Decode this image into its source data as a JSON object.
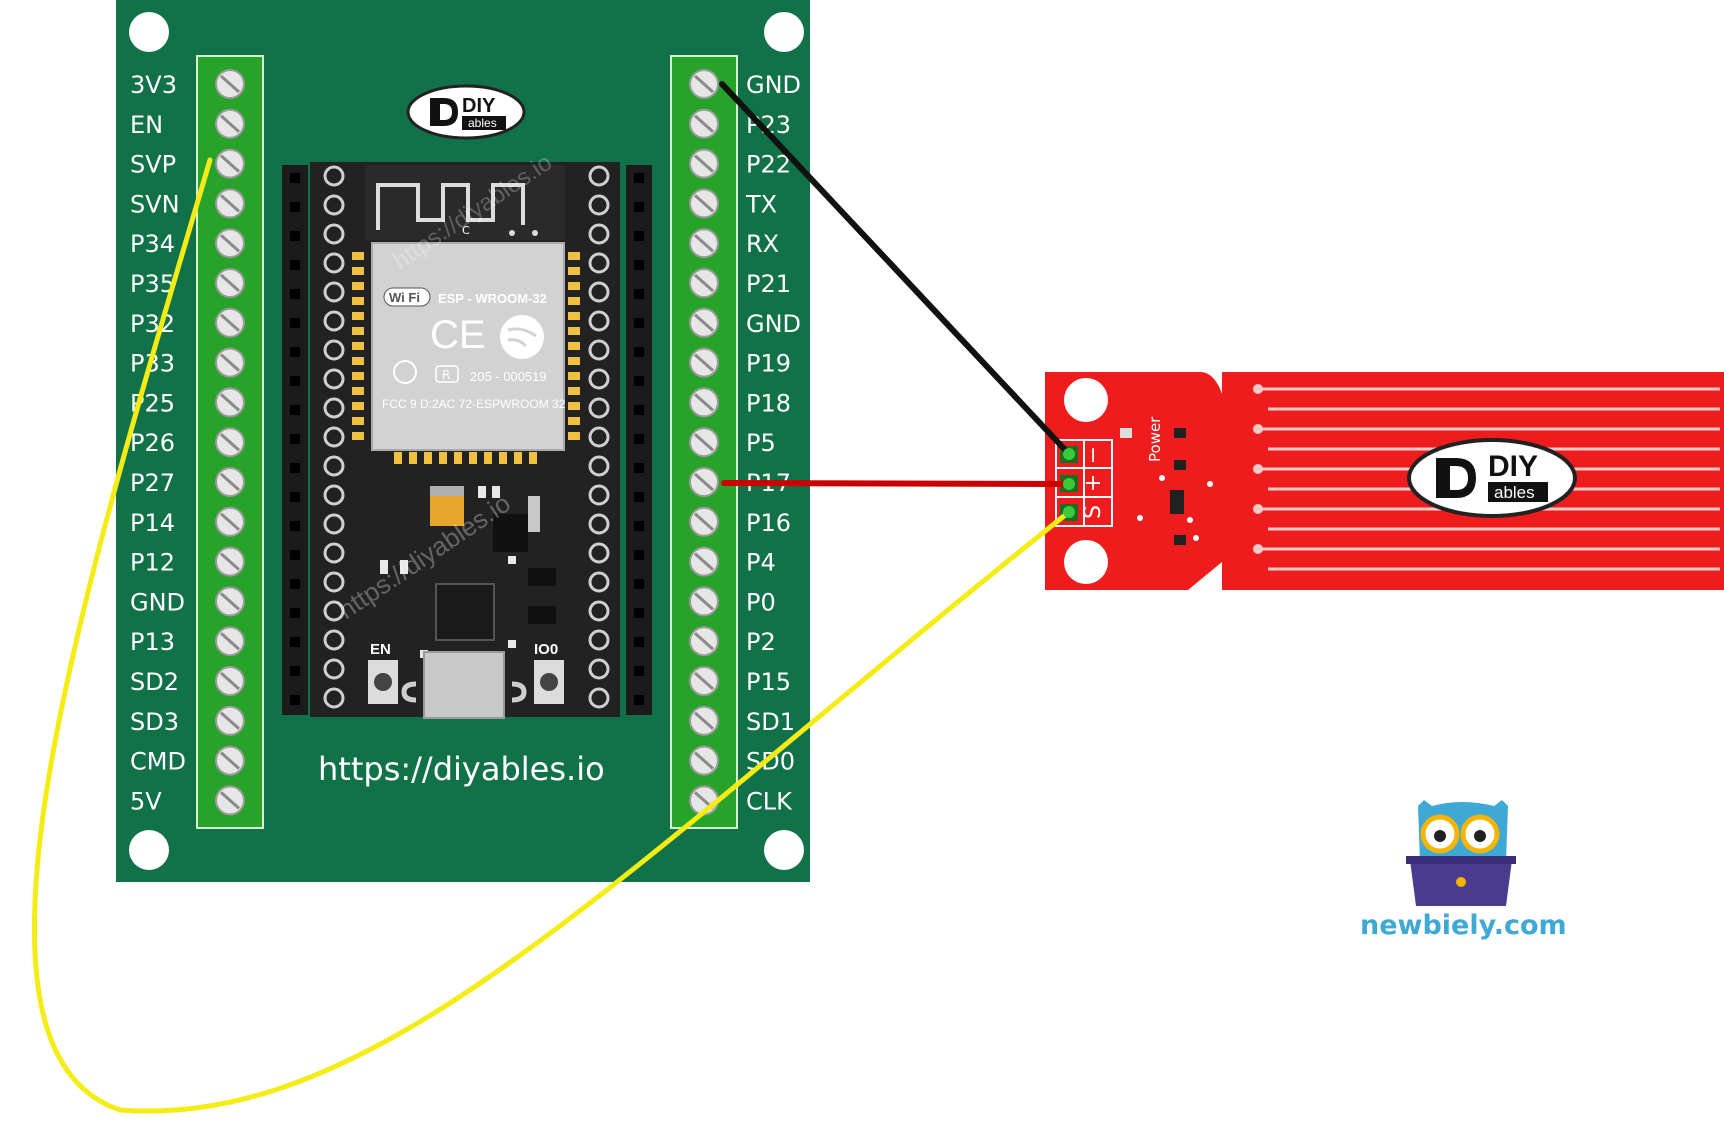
{
  "board": {
    "left_pins": [
      "3V3",
      "EN",
      "SVP",
      "SVN",
      "P34",
      "P35",
      "P32",
      "P33",
      "P25",
      "P26",
      "P27",
      "P14",
      "P12",
      "GND",
      "P13",
      "SD2",
      "SD3",
      "CMD",
      "5V"
    ],
    "right_pins": [
      "GND",
      "P23",
      "P22",
      "TX",
      "RX",
      "P21",
      "GND",
      "P19",
      "P18",
      "P5",
      "P17",
      "P16",
      "P4",
      "P0",
      "P2",
      "P15",
      "SD1",
      "SD0",
      "CLK"
    ],
    "url": "https://diyables.io",
    "watermark": "https://diyables.io",
    "button_en": "EN",
    "button_io0": "IO0",
    "module": {
      "marker": "C",
      "wifi": "Wi Fi",
      "model": "ESP - WROOM-32",
      "ce": "CE",
      "r_mark": "R",
      "cert": "205 - 000519",
      "fcc": "FCC 9 D:2AC 72-ESPWROOM 32"
    },
    "colors": {
      "pcb": "#117149",
      "terminal": "#27a329",
      "screw": "#e6e6e6"
    }
  },
  "logo": {
    "diy": "DIY",
    "ables": "ables"
  },
  "sensor": {
    "pins": [
      "−",
      "+",
      "S"
    ],
    "power_label": "Power",
    "color": "#ee1c1c"
  },
  "wires": [
    {
      "from": "GND",
      "to": "−",
      "color": "#111111"
    },
    {
      "from": "P17",
      "to": "+",
      "color": "#cc0000"
    },
    {
      "from": "SVP",
      "to": "S",
      "color": "#f4ec14"
    }
  ],
  "brand": {
    "text": "newbiely.com",
    "color": "#3fa9d6"
  }
}
